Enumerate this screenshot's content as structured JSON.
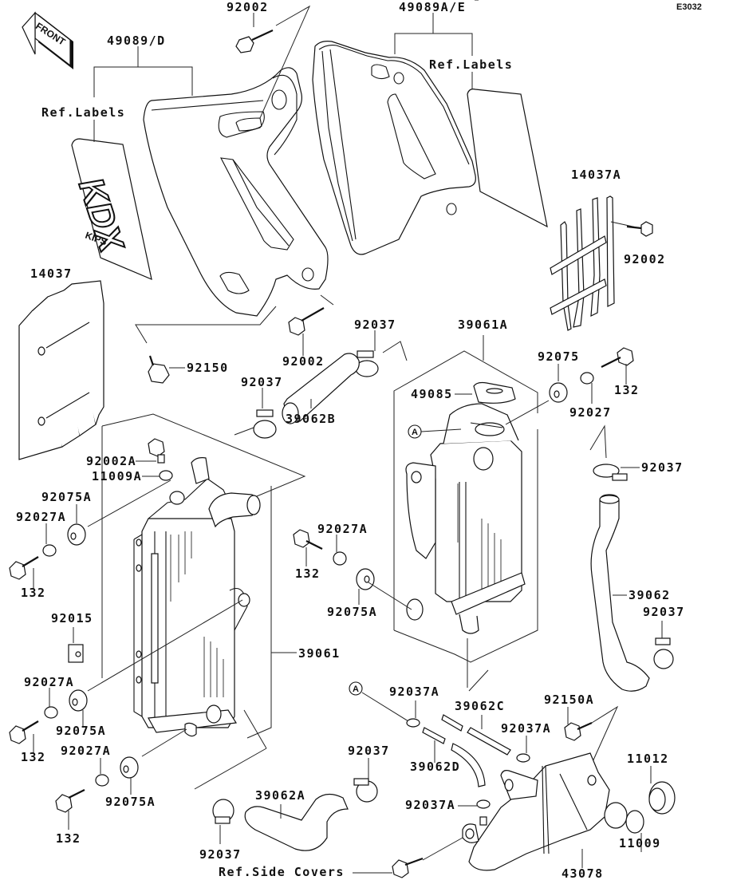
{
  "diagram": {
    "code": "E3032",
    "direction_marker": "FRONT",
    "reference_marker": "A",
    "decal_text": {
      "main": "KDX",
      "sub": "KIPS"
    },
    "labels": {
      "p92002_top": "92002",
      "p49089d": "49089/D",
      "p49089ae": "49089A/E",
      "ref_labels_left": "Ref.Labels",
      "ref_labels_right": "Ref.Labels",
      "p14037a": "14037A",
      "p92002_right": "92002",
      "p14037": "14037",
      "p92150": "92150",
      "p92002_mid": "92002",
      "p92037_mid": "92037",
      "p39061a": "39061A",
      "p92075": "92075",
      "p132_tr": "132",
      "p92037_left": "92037",
      "p49085": "49085",
      "p92027": "92027",
      "p39062b": "39062B",
      "p92002a": "92002A",
      "p11009a": "11009A",
      "p92037_right": "92037",
      "p92075a_1": "92075A",
      "p92027a_1": "92027A",
      "p92027a_2": "92027A",
      "p132_1": "132",
      "p132_2": "132",
      "p39062": "39062",
      "p92075a_2": "92075A",
      "p92037_r2": "92037",
      "p92015": "92015",
      "p39061": "39061",
      "p92027a_3": "92027A",
      "p92037a_1": "92037A",
      "p39062c": "39062C",
      "p92150a": "92150A",
      "p92075a_3": "92075A",
      "p132_3": "132",
      "p92037a_2": "92037A",
      "p39062d": "39062D",
      "p11012": "11012",
      "p92027a_4": "92027A",
      "p92037_bot": "92037",
      "p92075a_4": "92075A",
      "p39062a": "39062A",
      "p92037a_3": "92037A",
      "p132_4": "132",
      "p11009": "11009",
      "p92037_b2": "92037",
      "ref_side_covers": "Ref.Side Covers",
      "p43078": "43078"
    }
  }
}
